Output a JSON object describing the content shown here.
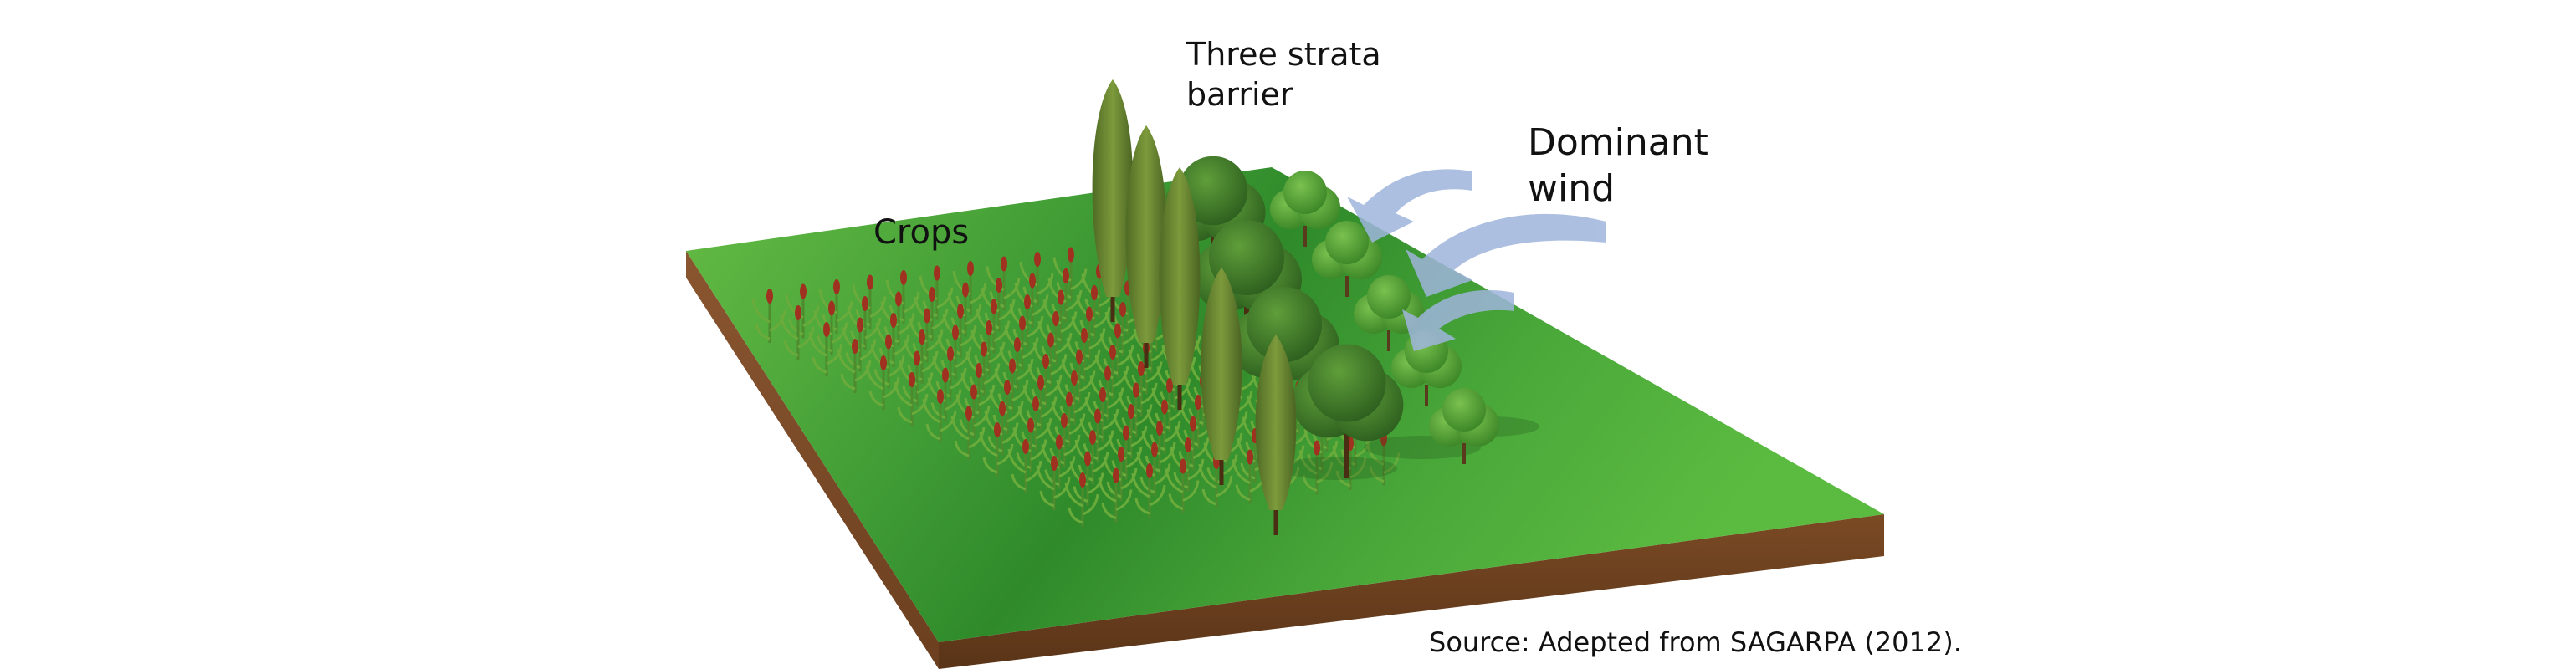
{
  "labels": {
    "crops": "Crops",
    "barrier_line1": "Three strata",
    "barrier_line2": "barrier",
    "wind_line1": "Dominant",
    "wind_line2": "wind",
    "source": "Source: Adepted from SAGARPA (2012)."
  },
  "colors": {
    "grass_light": "#6cc24a",
    "grass_dark": "#2f8a2a",
    "soil_front": "#6b3f1f",
    "soil_side": "#7a4a24",
    "wind_arrow": "#9fb5dc",
    "tall_tree": "#6f8a34",
    "round_tree": "#3f7d2a",
    "shrub": "#4e9a34",
    "crop_leaf": "#5a9a34",
    "crop_head": "#a0301f"
  },
  "icons": [
    "poplar-tree-icon",
    "round-tree-icon",
    "shrub-icon",
    "crop-plant-icon",
    "wind-arrow-icon"
  ]
}
